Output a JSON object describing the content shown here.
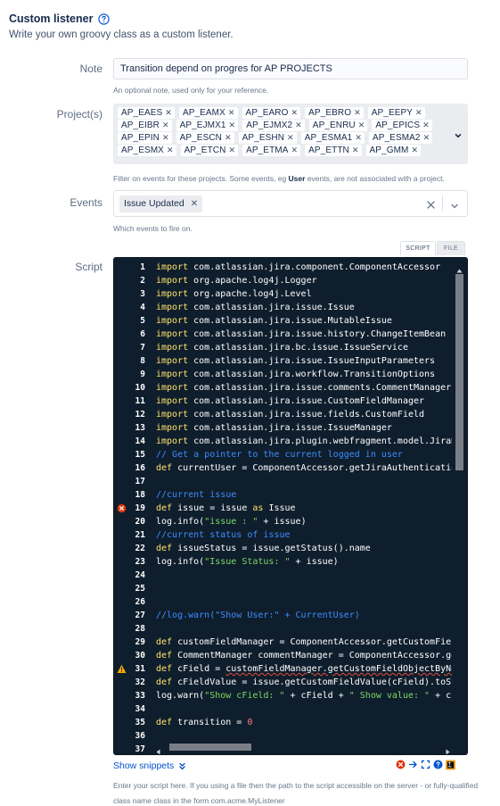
{
  "header": {
    "title": "Custom listener",
    "description": "Write your own groovy class as a custom listener."
  },
  "note": {
    "label": "Note",
    "value": "Transition depend on progres for AP PROJECTS",
    "help": "An optional note, used only for your reference."
  },
  "projects": {
    "label": "Project(s)",
    "items": [
      "AP_EAES",
      "AP_EAMX",
      "AP_EARO",
      "AP_EBRO",
      "AP_EEPY",
      "AP_EIBR",
      "AP_EJMX1",
      "AP_EJMX2",
      "AP_ENRU",
      "AP_EPICS",
      "AP_EPIN",
      "AP_ESCN",
      "AP_ESHN",
      "AP_ESMA1",
      "AP_ESMA2",
      "AP_ESMX",
      "AP_ETCN",
      "AP_ETMA",
      "AP_ETTN",
      "AP_GMM"
    ],
    "help_pre": "Filter on events for these projects. Some events, eg ",
    "help_bold": "User",
    "help_post": " events, are not associated with a project."
  },
  "events": {
    "label": "Events",
    "selected": "Issue Updated",
    "help": "Which events to fire on."
  },
  "script": {
    "label": "Script",
    "tab_script": "SCRIPT",
    "tab_file": "FILE",
    "line_numbers": [
      "1",
      "2",
      "3",
      "4",
      "5",
      "6",
      "7",
      "8",
      "9",
      "10",
      "11",
      "12",
      "13",
      "14",
      "15",
      "16",
      "17",
      "18",
      "19",
      "20",
      "21",
      "22",
      "23",
      "24",
      "25",
      "26",
      "27",
      "28",
      "29",
      "30",
      "31",
      "32",
      "33",
      "34",
      "35",
      "36",
      "37"
    ],
    "lines": [
      "import com.atlassian.jira.component.ComponentAccessor",
      "import org.apache.log4j.Logger",
      "import org.apache.log4j.Level",
      "import com.atlassian.jira.issue.Issue",
      "import com.atlassian.jira.issue.MutableIssue",
      "import com.atlassian.jira.issue.history.ChangeItemBean",
      "import com.atlassian.jira.bc.issue.IssueService",
      "import com.atlassian.jira.issue.IssueInputParameters",
      "import com.atlassian.jira.workflow.TransitionOptions",
      "import com.atlassian.jira.issue.comments.CommentManager",
      "import com.atlassian.jira.issue.CustomFieldManager",
      "import com.atlassian.jira.issue.fields.CustomField",
      "import com.atlassian.jira.issue.IssueManager",
      "import com.atlassian.jira.plugin.webfragment.model.JiraHelper",
      "// Get a pointer to the current logged in user",
      "def currentUser = ComponentAccessor.getJiraAuthenticationContext()",
      "",
      "//current issue",
      "def issue = issue as Issue",
      "log.info(\"issue : \" + issue)",
      "//current status of issue",
      "def issueStatus = issue.getStatus().name",
      "log.info(\"Issue Status: \" + issue)",
      "",
      "",
      "",
      "//log.warn(\"Show User:\" + CurrentUser)",
      "",
      "def customFieldManager = ComponentAccessor.getCustomFieldManager()",
      "def CommentManager commentManager = ComponentAccessor.getCommentManager()",
      "def cField = customFieldManager.getCustomFieldObjectByName(\"Progress\")",
      "def cFieldValue = issue.getCustomFieldValue(cField).toString()",
      "log.warn(\"Show cField: \" + cField + \" Show value: \" + cFieldValue)",
      "",
      "def transition = 0",
      "",
      ""
    ],
    "help": "Enter your script here. If you using a file then the path to the script accessible on the server - or fully-qualified class name class in the form com.acme.MyListener",
    "show_snippets": "Show snippets"
  },
  "colors": {
    "editor_bg": "#0f1e2d",
    "keyword": "#ffe56a",
    "comment": "#3c8dff",
    "string": "#7fd962",
    "number": "#ff7a82",
    "link": "#0052cc"
  }
}
